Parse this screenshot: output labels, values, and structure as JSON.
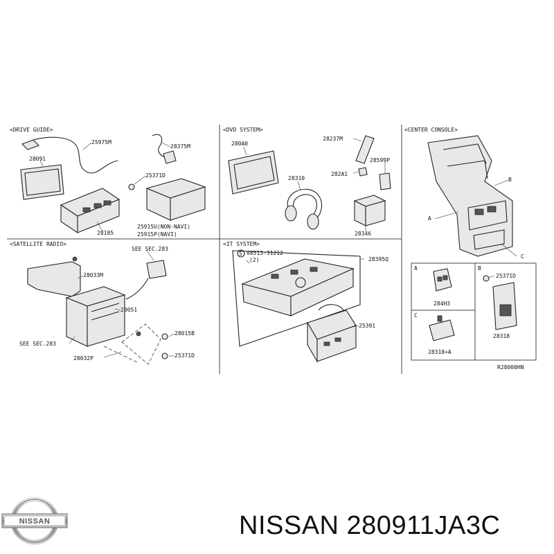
{
  "sections": {
    "drive_guide": "<DRIVE GUIDE>",
    "dvd_system": "<DVD SYSTEM>",
    "center_console": "<CENTER CONSOLE>",
    "satellite_radio": "<SATELLITE RADIO>",
    "it_system": "<IT SYSTEM>"
  },
  "part_labels": {
    "p28091": "28091",
    "p25975M": "25975M",
    "p28375M": "28375M",
    "p25371D_a": "25371D",
    "p28185": "28185",
    "p25915U": "25915U(NON-NAVI)",
    "p25915P": "25915P(NAVI)",
    "p280A0": "280A0",
    "p28237M": "28237M",
    "p28599P": "28599P",
    "p282A1": "282A1",
    "p28310": "28310",
    "p28346": "28346",
    "callout_A": "A",
    "callout_B": "B",
    "callout_C": "C",
    "see_283_a": "SEE SEC.283",
    "p28033M": "28033M",
    "p28051": "28051",
    "p28015B": "28015B",
    "see_283_b": "SEE SEC.283",
    "p28032P": "28032P",
    "p25371D_b": "25371D",
    "bolt_S": "S",
    "bolt_code": "08513-31212",
    "bolt_qty": "(2)",
    "p28395Q": "28395Q",
    "p25391": "25391",
    "box_A": "A",
    "p284H3": "284H3",
    "box_B": "B",
    "p25371D_c": "25371D",
    "p28318": "28318",
    "box_C": "C",
    "p28318A": "28318+A",
    "ref_code": "R28000HN"
  },
  "brand": {
    "logo_text": "NISSAN"
  },
  "caption": "NISSAN 280911JA3C"
}
